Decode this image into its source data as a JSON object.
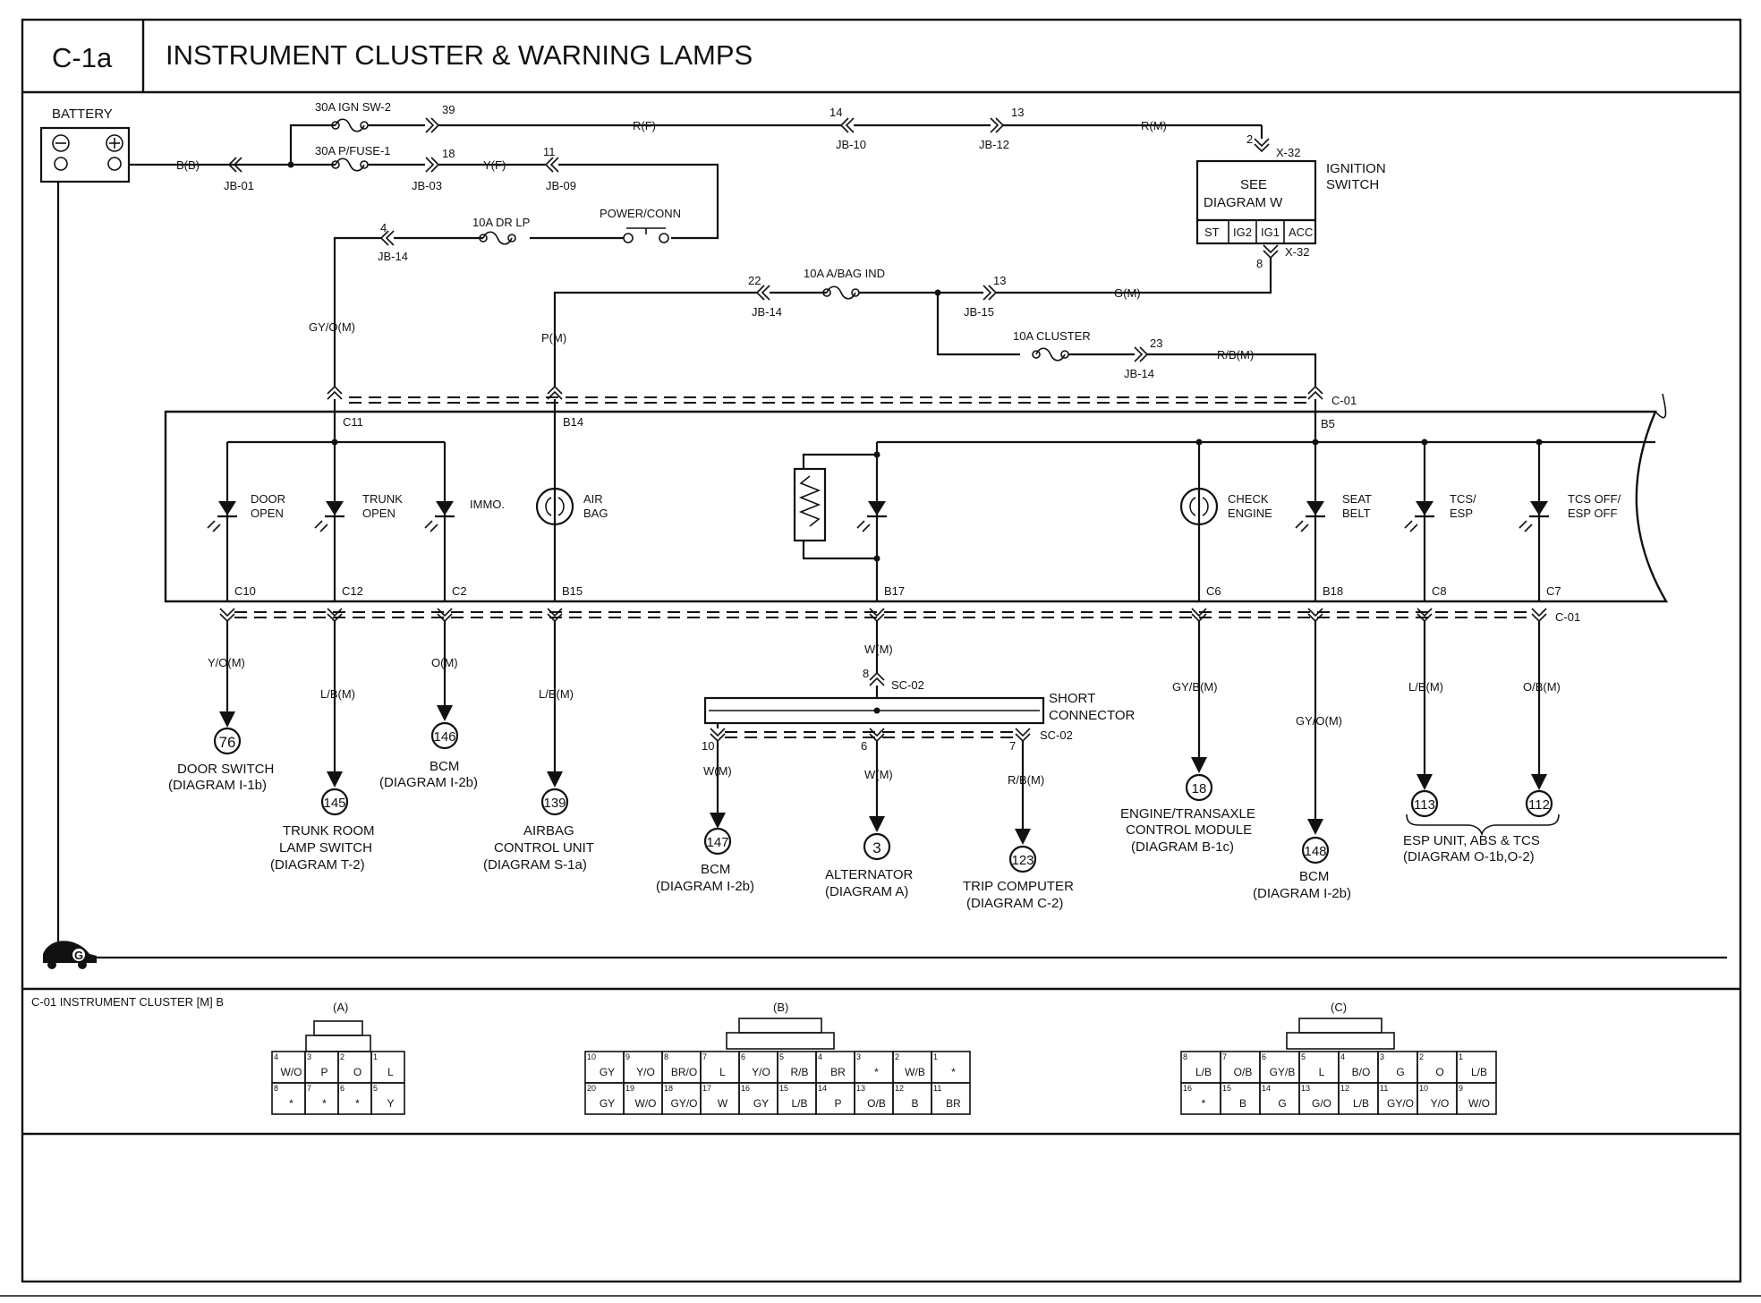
{
  "header": {
    "code": "C-1a",
    "title": "INSTRUMENT CLUSTER & WARNING LAMPS"
  },
  "power": {
    "battery": "BATTERY",
    "battery_wire": "B(B)",
    "jb01": "JB-01",
    "fuse_ign": "30A IGN SW-2",
    "fuse_ign_pin": "39",
    "fuse_pfuse": "30A P/FUSE-1",
    "fuse_pfuse_pin": "18",
    "jb03": "JB-03",
    "wire_yf": "Y(F)",
    "pin_11": "11",
    "jb09": "JB-09",
    "wire_rf": "R(F)",
    "pin_14": "14",
    "jb10": "JB-10",
    "pin_13a": "13",
    "jb12": "JB-12",
    "wire_rm": "R(M)",
    "fuse_drlp": "10A DR LP",
    "pin_4": "4",
    "jb14a": "JB-14",
    "power_conn": "POWER/CONN",
    "fuse_abag": "10A A/BAG IND",
    "pin_22": "22",
    "jb14b": "JB-14",
    "pin_13b": "13",
    "jb15": "JB-15",
    "wire_gm": "G(M)",
    "fuse_cluster": "10A CLUSTER",
    "pin_23": "23",
    "jb14c": "JB-14",
    "wire_rbm": "R/B(M)",
    "wire_gyom": "GY/O(M)",
    "wire_pm": "P(M)"
  },
  "ignition": {
    "pin_top": "2",
    "conn": "X-32",
    "label_1": "IGNITION",
    "label_2": "SWITCH",
    "see_1": "SEE",
    "see_2": "DIAGRAM W",
    "terms": [
      "ST",
      "IG2",
      "IG1",
      "ACC"
    ],
    "pin_bot": "8",
    "conn_bot": "X-32"
  },
  "cluster": {
    "conn": "C-01",
    "pins_top": {
      "c11": "C11",
      "b14": "B14",
      "b5": "B5"
    },
    "lamps": {
      "door_1": "DOOR",
      "door_2": "OPEN",
      "trunk_1": "TRUNK",
      "trunk_2": "OPEN",
      "immo": "IMMO.",
      "air_1": "AIR",
      "air_2": "BAG",
      "check_1": "CHECK",
      "check_2": "ENGINE",
      "seat_1": "SEAT",
      "seat_2": "BELT",
      "tcs_1": "TCS/",
      "tcs_2": "ESP",
      "tcsoff_1": "TCS OFF/",
      "tcsoff_2": "ESP OFF"
    },
    "pins_bottom": {
      "c10": "C10",
      "c12": "C12",
      "c2": "C2",
      "b15": "B15",
      "b17": "B17",
      "c6": "C6",
      "b18": "B18",
      "c8": "C8",
      "c7": "C7"
    }
  },
  "outputs": {
    "wire_yom": "Y/O(M)",
    "wire_lbm1": "L/B(M)",
    "wire_om": "O(M)",
    "wire_lbm2": "L/B(M)",
    "wire_wm": "W(M)",
    "wire_gybm": "GY/B(M)",
    "wire_gyom": "GY/O(M)",
    "wire_lbm3": "L/B(M)",
    "wire_obm": "O/B(M)",
    "sc_pin_8": "8",
    "sc02a": "SC-02",
    "short_1": "SHORT",
    "short_2": "CONNECTOR",
    "sc_pin_10": "10",
    "sc_pin_6": "6",
    "sc_pin_7": "7",
    "sc02b": "SC-02",
    "wire_wm_a": "W(M)",
    "wire_wm_b": "W(M)",
    "wire_rbm": "R/B(M)",
    "n76": "76",
    "door_sw_1": "DOOR SWITCH",
    "door_sw_2": "(DIAGRAM I-1b)",
    "n145": "145",
    "trunk_1": "TRUNK ROOM",
    "trunk_2": "LAMP SWITCH",
    "trunk_3": "(DIAGRAM T-2)",
    "n146": "146",
    "bcm_a_1": "BCM",
    "bcm_a_2": "(DIAGRAM I-2b)",
    "n139": "139",
    "airbag_1": "AIRBAG",
    "airbag_2": "CONTROL UNIT",
    "airbag_3": "(DIAGRAM S-1a)",
    "n147": "147",
    "bcm_b_1": "BCM",
    "bcm_b_2": "(DIAGRAM I-2b)",
    "n3": "3",
    "alt_1": "ALTERNATOR",
    "alt_2": "(DIAGRAM A)",
    "n123": "123",
    "trip_1": "TRIP COMPUTER",
    "trip_2": "(DIAGRAM C-2)",
    "n18": "18",
    "ecm_1": "ENGINE/TRANSAXLE",
    "ecm_2": "CONTROL MODULE",
    "ecm_3": "(DIAGRAM B-1c)",
    "n148": "148",
    "bcm_c_1": "BCM",
    "bcm_c_2": "(DIAGRAM I-2b)",
    "n113": "113",
    "n112": "112",
    "esp_1": "ESP UNIT, ABS & TCS",
    "esp_2": "(DIAGRAM O-1b,O-2)",
    "ground": "G"
  },
  "connectors": {
    "title": "C-01 INSTRUMENT CLUSTER [M] B",
    "a": {
      "label": "(A)",
      "rows": [
        [
          [
            "4",
            "W/O"
          ],
          [
            "3",
            "P"
          ],
          [
            "2",
            "O"
          ],
          [
            "1",
            "L"
          ]
        ],
        [
          [
            "8",
            "*"
          ],
          [
            "7",
            "*"
          ],
          [
            "6",
            "*"
          ],
          [
            "5",
            "Y"
          ]
        ]
      ]
    },
    "b": {
      "label": "(B)",
      "rows": [
        [
          [
            "10",
            "GY"
          ],
          [
            "9",
            "Y/O"
          ],
          [
            "8",
            "BR/O"
          ],
          [
            "7",
            "L"
          ],
          [
            "6",
            "Y/O"
          ],
          [
            "5",
            "R/B"
          ],
          [
            "4",
            "BR"
          ],
          [
            "3",
            "*"
          ],
          [
            "2",
            "W/B"
          ],
          [
            "1",
            "*"
          ]
        ],
        [
          [
            "20",
            "GY"
          ],
          [
            "19",
            "W/O"
          ],
          [
            "18",
            "GY/O"
          ],
          [
            "17",
            "W"
          ],
          [
            "16",
            "GY"
          ],
          [
            "15",
            "L/B"
          ],
          [
            "14",
            "P"
          ],
          [
            "13",
            "O/B"
          ],
          [
            "12",
            "B"
          ],
          [
            "11",
            "BR"
          ]
        ]
      ]
    },
    "c": {
      "label": "(C)",
      "rows": [
        [
          [
            "8",
            "L/B"
          ],
          [
            "7",
            "O/B"
          ],
          [
            "6",
            "GY/B"
          ],
          [
            "5",
            "L"
          ],
          [
            "4",
            "B/O"
          ],
          [
            "3",
            "G"
          ],
          [
            "2",
            "O"
          ],
          [
            "1",
            "L/B"
          ]
        ],
        [
          [
            "16",
            "*"
          ],
          [
            "15",
            "B"
          ],
          [
            "14",
            "G"
          ],
          [
            "13",
            "G/O"
          ],
          [
            "12",
            "L/B"
          ],
          [
            "11",
            "GY/O"
          ],
          [
            "10",
            "Y/O"
          ],
          [
            "9",
            "W/O"
          ]
        ]
      ]
    }
  }
}
